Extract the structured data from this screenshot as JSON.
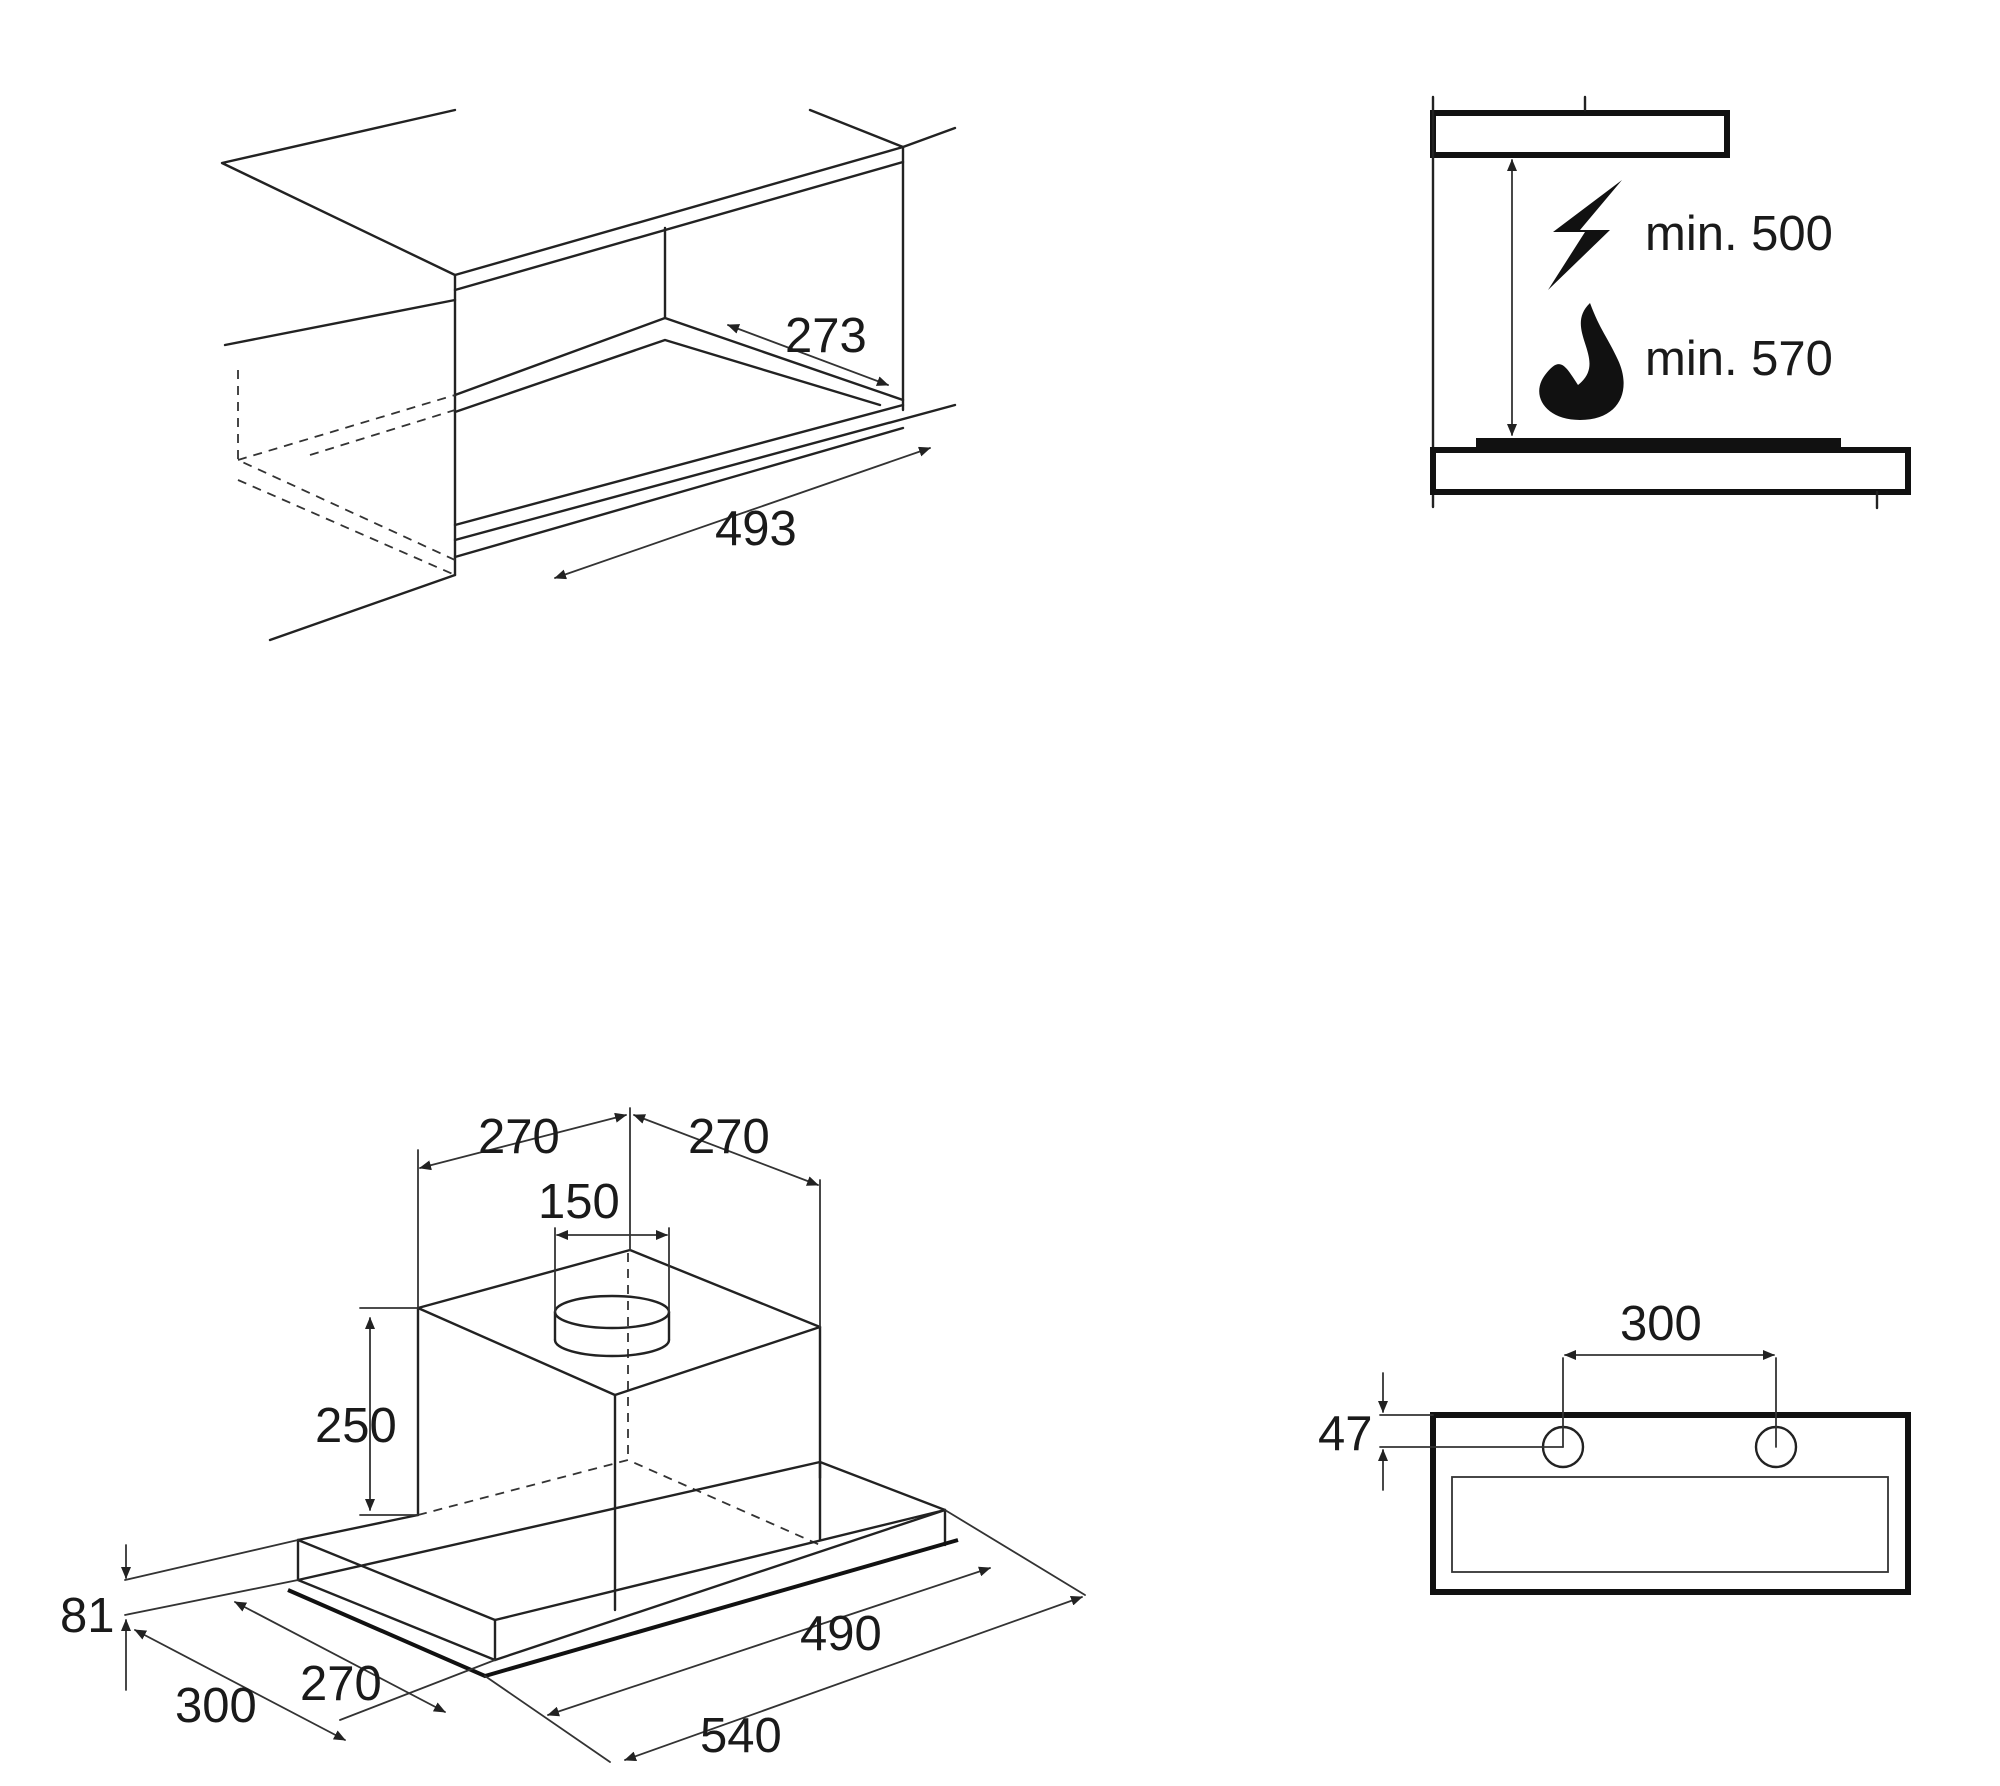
{
  "panels": {
    "cabinet": {
      "depth_label": "273",
      "width_label": "493"
    },
    "clearance": {
      "electric_label": "min. 500",
      "gas_label": "min. 570",
      "electric_icon": "lightning-bolt-icon",
      "gas_icon": "flame-icon"
    },
    "hood_iso": {
      "left_offset_label": "270",
      "right_offset_label": "270",
      "duct_diameter_label": "150",
      "chimney_height_label": "250",
      "body_height_label": "81",
      "inner_depth_label": "270",
      "outer_depth_label": "300",
      "inner_width_label": "490",
      "outer_width_label": "540"
    },
    "mounting": {
      "hole_spacing_label": "300",
      "hole_offset_label": "47"
    }
  },
  "colors": {
    "line": "#222222",
    "background": "#ffffff"
  }
}
